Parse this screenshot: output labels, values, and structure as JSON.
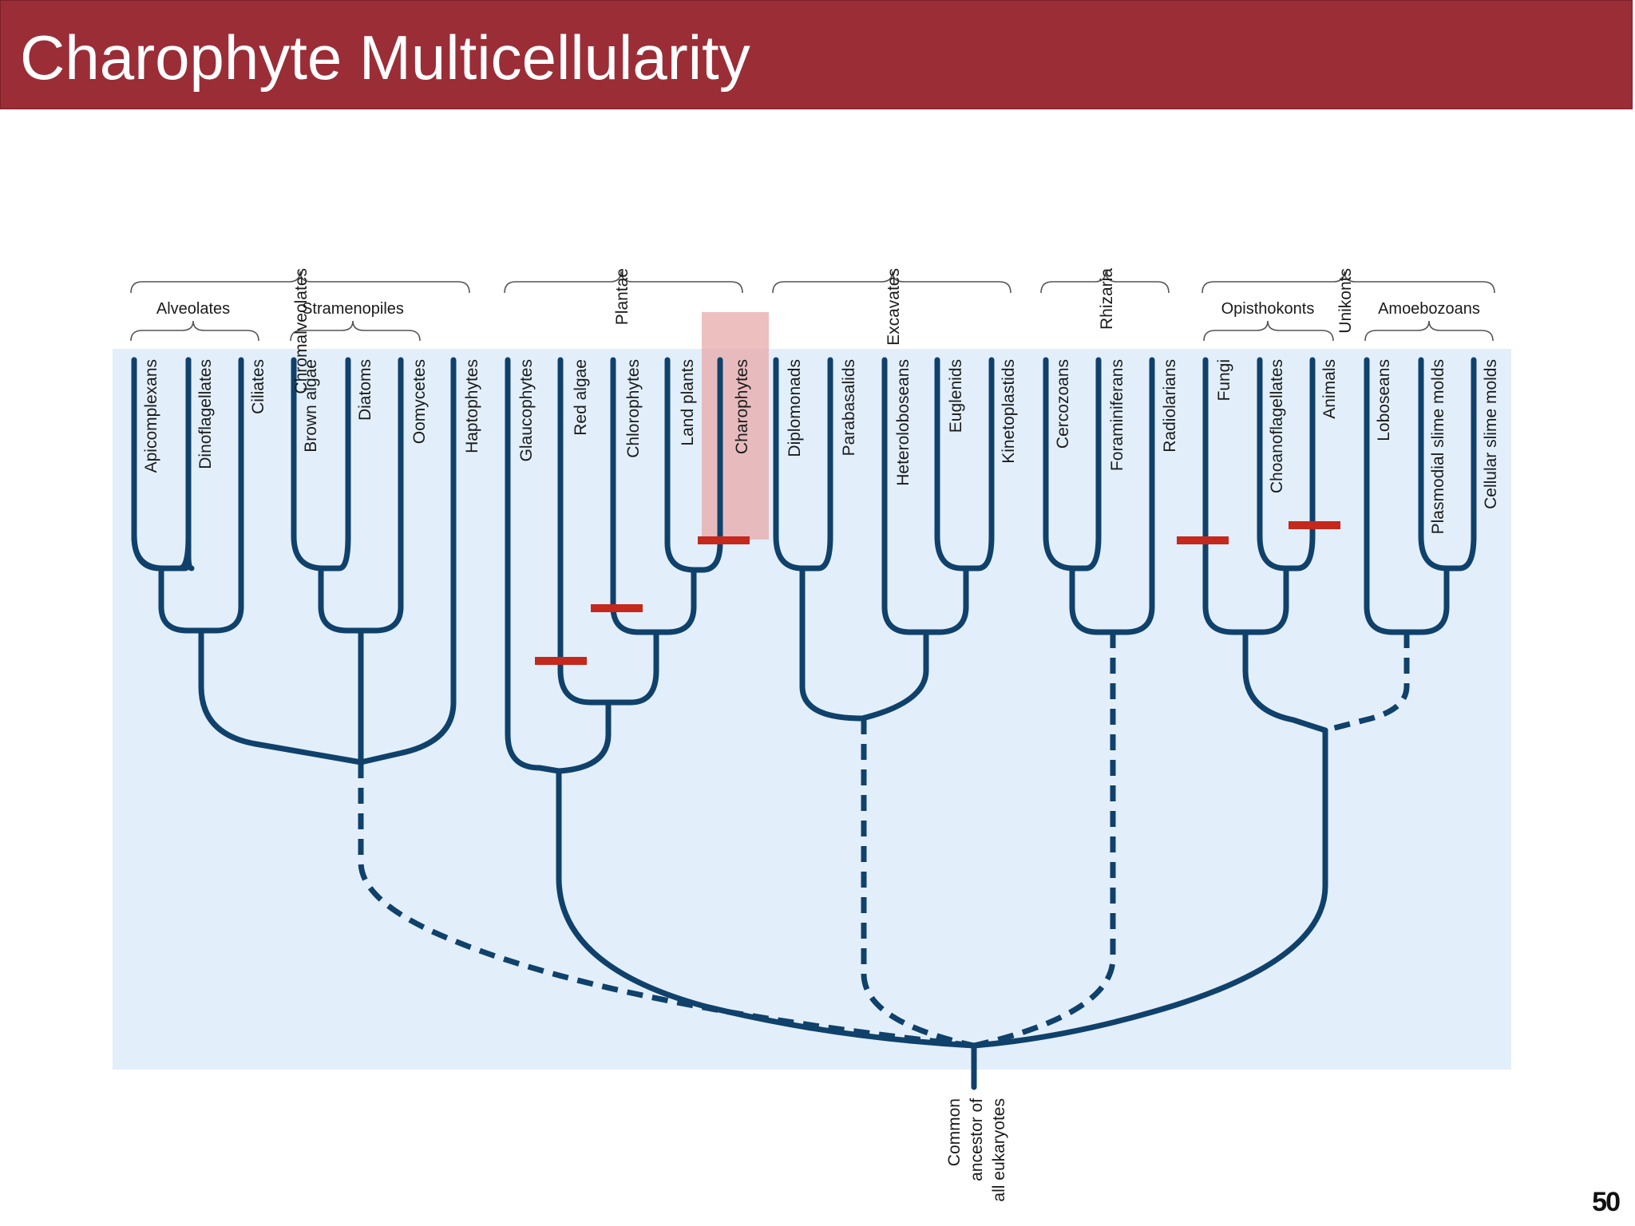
{
  "slide": {
    "title": "Charophyte Multicellularity",
    "number": "50"
  },
  "tree": {
    "groups": [
      {
        "id": "chromalveolates",
        "label": "Chromalveolates"
      },
      {
        "id": "plantae",
        "label": "Plantae"
      },
      {
        "id": "excavates",
        "label": "Excavates"
      },
      {
        "id": "rhizaria",
        "label": "Rhizaria"
      },
      {
        "id": "unikonts",
        "label": "Unikonts"
      }
    ],
    "subgroups": [
      {
        "id": "alveolates",
        "label": "Alveolates"
      },
      {
        "id": "stramenopiles",
        "label": "Stramenopiles"
      },
      {
        "id": "opisthokonts",
        "label": "Opisthokonts"
      },
      {
        "id": "amoebozoans",
        "label": "Amoebozoans"
      }
    ],
    "taxa": [
      "Apicomplexans",
      "Dinoflagellates",
      "Ciliates",
      "Brown algae",
      "Diatoms",
      "Oomycetes",
      "Haptophytes",
      "Glaucophytes",
      "Red algae",
      "Chlorophytes",
      "Land plants",
      "Charophytes",
      "Diplomonads",
      "Parabasalids",
      "Heteroloboseans",
      "Euglenids",
      "Kinetoplastids",
      "Cercozoans",
      "Foraminiferans",
      "Radiolarians",
      "Fungi",
      "Choanoflagellates",
      "Animals",
      "Loboseans",
      "Plasmodial slime molds",
      "Cellular slime molds"
    ],
    "highlighted_taxon": "Charophytes",
    "multicellularity_markers": [
      "Red algae",
      "Chlorophytes",
      "Charophytes",
      "Fungi",
      "Animals"
    ],
    "root_label": [
      "Common",
      "ancestor of",
      "all eukaryotes"
    ],
    "colors": {
      "branch": "#10416b",
      "background_panel": "#e2effb",
      "marker": "#c5281c",
      "highlight": "#e8aaaa",
      "title_bar": "#9b2d37"
    }
  }
}
